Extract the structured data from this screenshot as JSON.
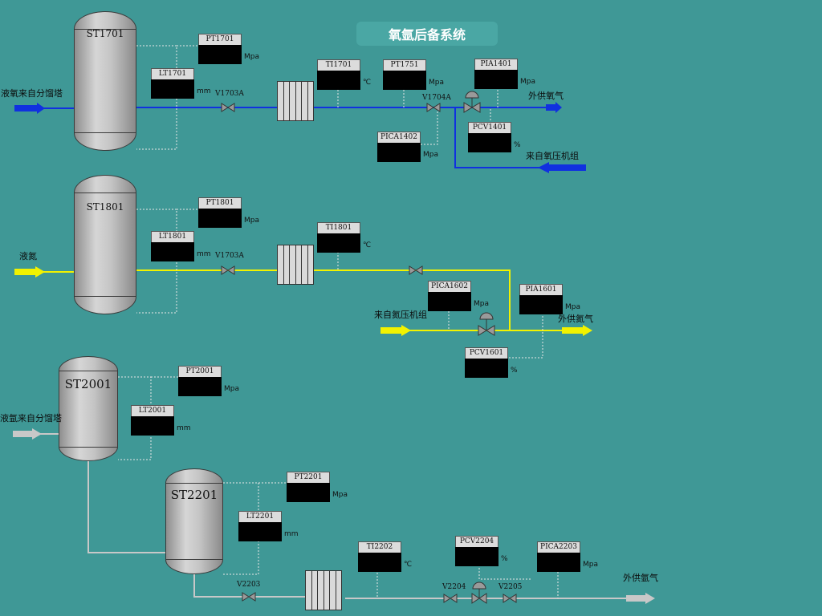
{
  "title": "氧氩后备系统",
  "tanks": {
    "st1701": "ST1701",
    "st1801": "ST1801",
    "st2001": "ST2001",
    "st2201": "ST2201"
  },
  "instruments": {
    "pt1701": {
      "tag": "PT1701",
      "unit": "Mpa"
    },
    "lt1701": {
      "tag": "LT1701",
      "unit": "mm"
    },
    "ti1701": {
      "tag": "TI1701",
      "unit": "℃"
    },
    "pt1751": {
      "tag": "PT1751",
      "unit": "Mpa"
    },
    "pia1401": {
      "tag": "PIA1401",
      "unit": "Mpa"
    },
    "pcv1401": {
      "tag": "PCV1401",
      "unit": "%"
    },
    "pica1402": {
      "tag": "PICA1402",
      "unit": "Mpa"
    },
    "pt1801": {
      "tag": "PT1801",
      "unit": "Mpa"
    },
    "lt1801": {
      "tag": "LT1801",
      "unit": "mm"
    },
    "ti1801": {
      "tag": "TI1801",
      "unit": "℃"
    },
    "pica1602": {
      "tag": "PICA1602",
      "unit": "Mpa"
    },
    "pia1601": {
      "tag": "PIA1601",
      "unit": "Mpa"
    },
    "pcv1601": {
      "tag": "PCV1601",
      "unit": "%"
    },
    "pt2001": {
      "tag": "PT2001",
      "unit": "Mpa"
    },
    "lt2001": {
      "tag": "LT2001",
      "unit": "mm"
    },
    "pt2201": {
      "tag": "PT2201",
      "unit": "Mpa"
    },
    "lt2201": {
      "tag": "LT2201",
      "unit": "mm"
    },
    "ti2202": {
      "tag": "TI2202",
      "unit": "℃"
    },
    "pcv2204": {
      "tag": "PCV2204",
      "unit": "%"
    },
    "pica2203": {
      "tag": "PICA2203",
      "unit": "Mpa"
    }
  },
  "flow_labels": {
    "liquid_oxygen_in": "液氧来自分馏塔",
    "oxygen_out": "外供氧气",
    "oxygen_compressor_in": "来自氧压机组",
    "liquid_nitrogen_in": "液氮",
    "nitrogen_compressor_in": "来自氮压机组",
    "nitrogen_out": "外供氮气",
    "liquid_argon_in": "液氩来自分馏塔",
    "argon_out": "外供氩气"
  },
  "valves": {
    "v1703a_top": "V1703A",
    "v1704a": "V1704A",
    "v1703a_mid": "V1703A",
    "v2203": "V2203",
    "v2204": "V2204",
    "v2205": "V2205"
  },
  "colors": {
    "background": "#3f9896",
    "oxygen_line": "#1030e0",
    "nitrogen_line": "#f2f200",
    "argon_line": "#c8c8c8",
    "display": "#000000"
  }
}
